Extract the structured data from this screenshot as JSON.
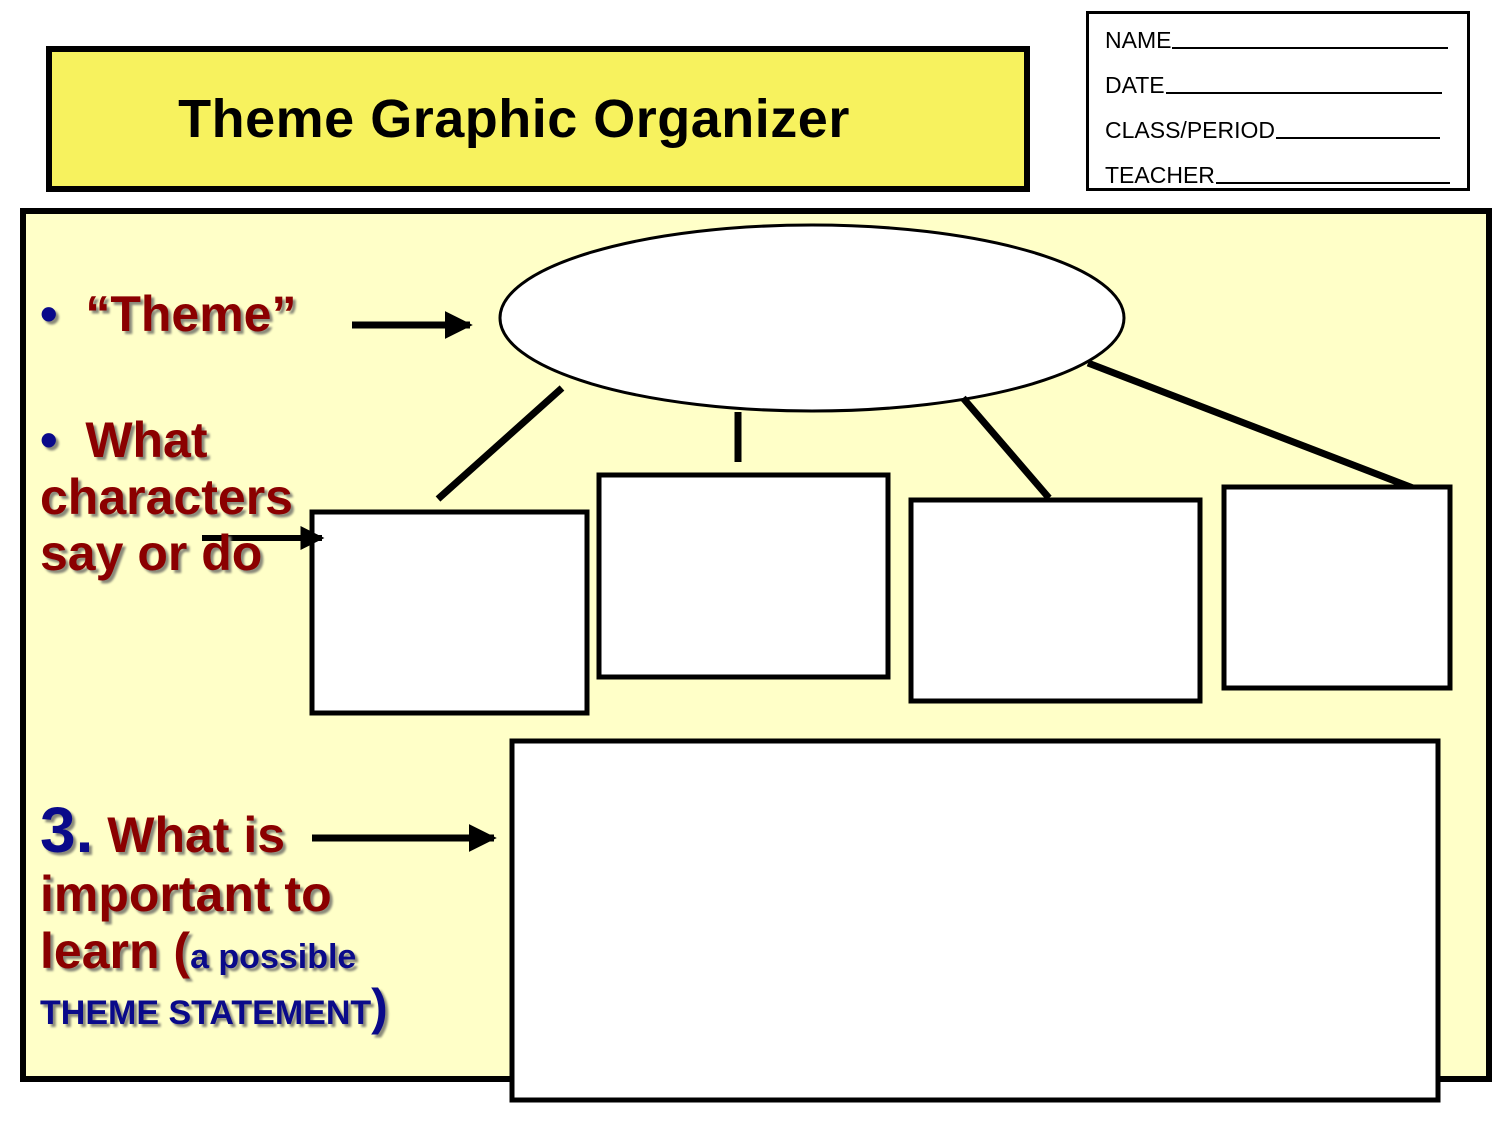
{
  "title": "Theme Graphic Organizer",
  "header_fields": [
    {
      "label": "NAME"
    },
    {
      "label": "DATE"
    },
    {
      "label": "CLASS/PERIOD"
    },
    {
      "label": "TEACHER"
    }
  ],
  "labels": {
    "bullet_char": "•",
    "theme": "“Theme”",
    "what": "What",
    "characters": "characters",
    "say_or_do": "say or do",
    "number": "3.",
    "what_is": " What is",
    "important_to": "important to",
    "learn": "learn (",
    "a_possible": "a possible",
    "theme_statement": "THEME STATEMENT",
    "close_paren": ")"
  },
  "colors": {
    "title_bg": "#f7f25e",
    "panel_bg": "#ffffc8",
    "label_red": "#8b0000",
    "label_blue": "#0a0a8a"
  },
  "icons": [
    "arrow-right-icon"
  ]
}
